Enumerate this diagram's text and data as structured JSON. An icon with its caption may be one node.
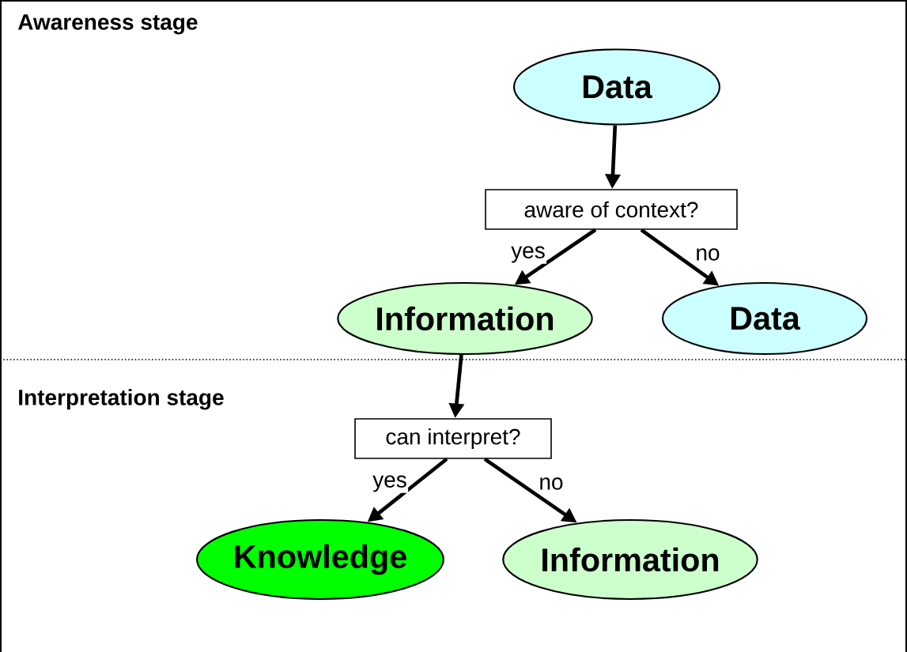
{
  "diagram": {
    "nodes": [
      {
        "text": [
          "Awareness stage"
        ]
      },
      {
        "text": [
          "Data"
        ],
        "in": 0
      },
      {
        "text": [
          "aware of context?"
        ],
        "in": 0
      },
      {
        "text": [
          "Information"
        ],
        "in": 0
      },
      {
        "text": [
          "Data"
        ],
        "in": 0
      },
      {
        "text": [
          "Interpretation stage"
        ]
      },
      {
        "text": [
          "can interpret?"
        ],
        "in": 5
      },
      {
        "text": [
          "Knowledge"
        ],
        "in": 5
      },
      {
        "text": [
          "Information"
        ],
        "in": 5
      }
    ],
    "edges": [
      {
        "from": 1,
        "to": 2,
        "arrow": "to"
      },
      {
        "from": 2,
        "to": 3,
        "arrow": "to",
        "label": "yes"
      },
      {
        "from": 2,
        "to": 4,
        "arrow": "to",
        "label": "no"
      },
      {
        "from": 3,
        "to": 6,
        "arrow": "to"
      },
      {
        "from": 6,
        "to": 7,
        "arrow": "to",
        "label": "yes"
      },
      {
        "from": 6,
        "to": 8,
        "arrow": "to",
        "label": "no"
      }
    ]
  }
}
